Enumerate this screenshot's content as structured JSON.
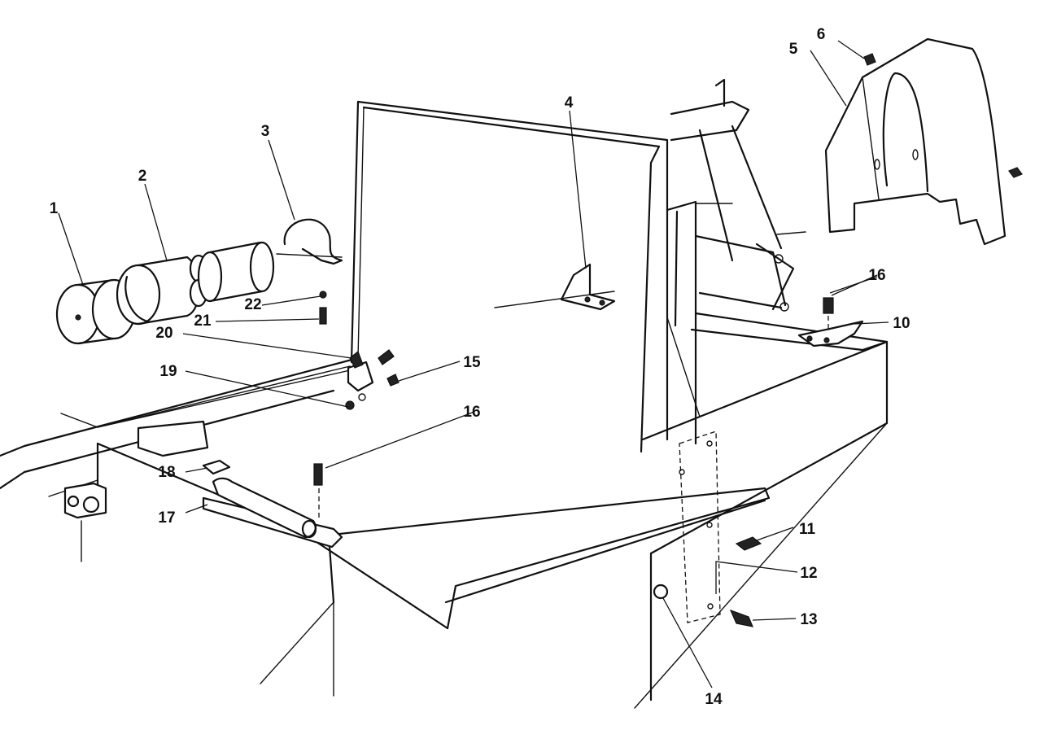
{
  "diagram": {
    "callouts": [
      {
        "id": "c1",
        "label": "1"
      },
      {
        "id": "c2",
        "label": "2"
      },
      {
        "id": "c3",
        "label": "3"
      },
      {
        "id": "c4",
        "label": "4"
      },
      {
        "id": "c5",
        "label": "5"
      },
      {
        "id": "c6",
        "label": "6"
      },
      {
        "id": "c10",
        "label": "10"
      },
      {
        "id": "c11",
        "label": "11"
      },
      {
        "id": "c12",
        "label": "12"
      },
      {
        "id": "c13",
        "label": "13"
      },
      {
        "id": "c14",
        "label": "14"
      },
      {
        "id": "c15",
        "label": "15"
      },
      {
        "id": "c16a",
        "label": "16"
      },
      {
        "id": "c16b",
        "label": "16"
      },
      {
        "id": "c17",
        "label": "17"
      },
      {
        "id": "c18",
        "label": "18"
      },
      {
        "id": "c19",
        "label": "19"
      },
      {
        "id": "c20",
        "label": "20"
      },
      {
        "id": "c21",
        "label": "21"
      },
      {
        "id": "c22",
        "label": "22"
      }
    ]
  }
}
